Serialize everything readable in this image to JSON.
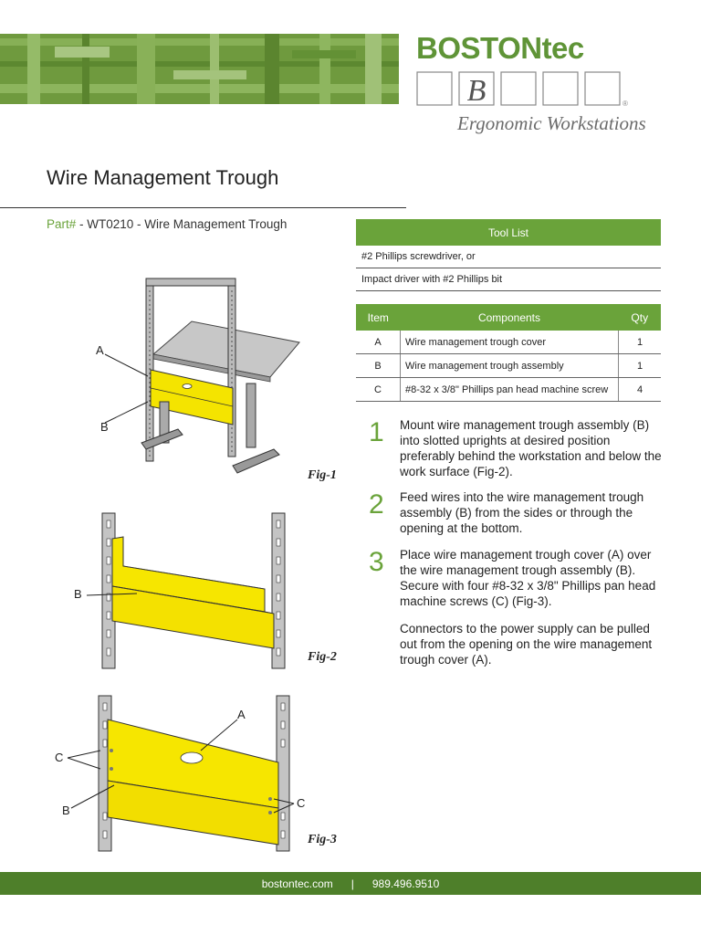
{
  "brand": {
    "name": "BOSTONtec",
    "logo_letter": "B",
    "registered": "®",
    "tagline": "Ergonomic Workstations",
    "accent_color": "#6aa33a"
  },
  "title": "Wire Management Trough",
  "part": {
    "label": "Part#",
    "text": " - WT0210 - Wire Management Trough"
  },
  "tool_list": {
    "header": "Tool List",
    "items": [
      "#2 Phillips screwdriver, or",
      "Impact driver with #2 Phillips bit"
    ]
  },
  "components": {
    "headers": [
      "Item",
      "Components",
      "Qty"
    ],
    "rows": [
      {
        "item": "A",
        "component": "Wire management trough cover",
        "qty": "1"
      },
      {
        "item": "B",
        "component": "Wire management trough assembly",
        "qty": "1"
      },
      {
        "item": "C",
        "component": "#8-32 x 3/8\" Phillips pan head machine screw",
        "qty": "4"
      }
    ]
  },
  "steps": [
    {
      "num": "1",
      "text": "Mount wire management trough assembly (B)  into slotted uprights at desired position preferably behind the workstation and below the work surface (Fig-2)."
    },
    {
      "num": "2",
      "text": "Feed wires into the wire management trough assembly (B) from the sides or through the opening at the bottom."
    },
    {
      "num": "3",
      "text": "Place wire management trough cover (A) over the wire management trough assembly (B). Secure with four #8-32 x 3/8\" Phillips pan head machine screws (C) (Fig-3)."
    }
  ],
  "note": "Connectors to the power supply can be pulled out from the opening on the wire management trough cover (A).",
  "figures": {
    "fig1": {
      "label": "Fig-1",
      "a": "A",
      "b": "B"
    },
    "fig2": {
      "label": "Fig-2",
      "b": "B"
    },
    "fig3": {
      "label": "Fig-3",
      "a": "A",
      "b": "B",
      "c1": "C",
      "c2": "C"
    }
  },
  "footer": {
    "website": "bostontec.com",
    "separator": "|",
    "phone": "989.496.9510"
  }
}
